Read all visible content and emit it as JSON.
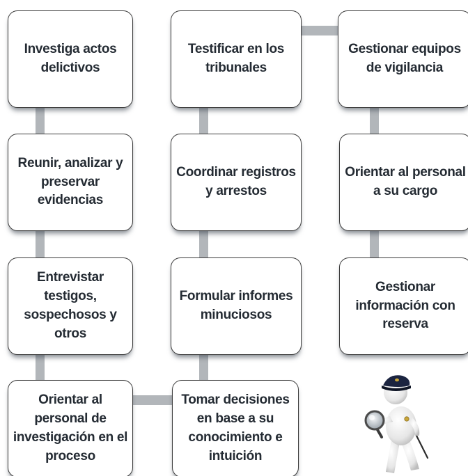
{
  "nodes": {
    "investiga": "Investiga actos delictivos",
    "testificar": "Testificar en los tribunales",
    "gestionar_equipos": "Gestionar equipos de vigilancia",
    "reunir": "Reunir, analizar y preservar evidencias",
    "coordinar": "Coordinar registros y arrestos",
    "orientar_personal_cargo": "Orientar al personal a su cargo",
    "entrevistar": "Entrevistar testigos, sospechosos y otros",
    "formular": "Formular informes minuciosos",
    "gestionar_informacion": "Gestionar información con reserva",
    "orientar_investigacion": "Orientar al personal de investigación en el proceso",
    "tomar_decisiones": "Tomar decisiones en base a su conocimiento e intuición"
  },
  "colors": {
    "connector": "#b2b6ba",
    "border": "#3c3c3c",
    "text": "#242b33"
  },
  "icons": [
    "detective-figure-icon"
  ]
}
